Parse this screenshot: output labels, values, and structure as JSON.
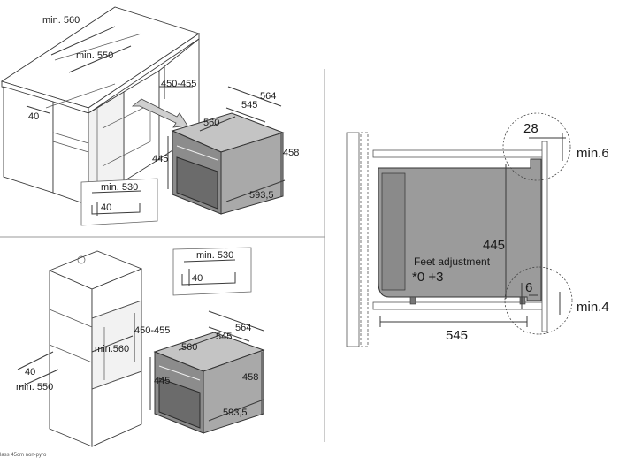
{
  "top_left": {
    "min560": "min. 560",
    "min550": "min. 550",
    "h450_455": "450-455",
    "d40": "40",
    "inset_min530": "min. 530",
    "inset_40": "40",
    "oven": {
      "d564": "564",
      "d545": "545",
      "w560": "560",
      "h445": "445",
      "h458": "458",
      "w593": "593,5"
    }
  },
  "bottom_left": {
    "inset_min530": "min. 530",
    "inset_40": "40",
    "h450_455": "450-455",
    "min560": "min.560",
    "d40": "40",
    "min550": "min. 550",
    "oven": {
      "d564": "564",
      "d545": "545",
      "w560": "560",
      "h445": "445",
      "h458": "458",
      "w593": "593,5"
    }
  },
  "side_view": {
    "d28": "28",
    "min6": "min.6",
    "h445": "445",
    "feet_label": "Feet adjustment",
    "feet_values": "*0 +3",
    "d6": "6",
    "min4": "min.4",
    "d545": "545"
  },
  "footer": "lass 45cm non-pyro"
}
